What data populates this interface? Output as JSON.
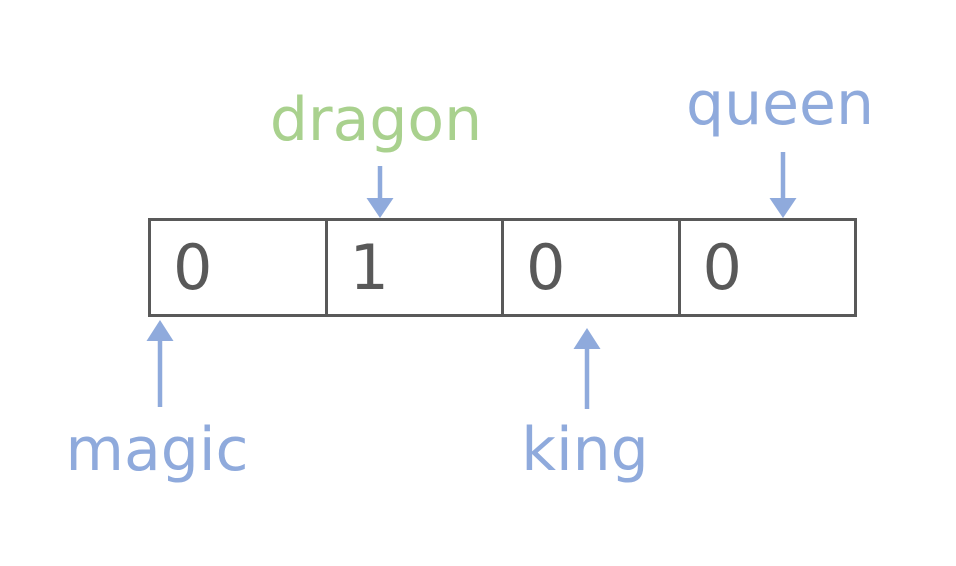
{
  "diagram": {
    "description": "One-hot encoding vector with four cells; blue arrows map word labels to vector positions",
    "vector": {
      "values": [
        "0",
        "1",
        "0",
        "0"
      ]
    },
    "labels": {
      "magic": "magic",
      "dragon": "dragon",
      "king": "king",
      "queen": "queen"
    },
    "mapping": [
      {
        "word": "magic",
        "cell_index": 0,
        "cell_value": "0",
        "label_side": "bottom",
        "label_color": "#8faadc"
      },
      {
        "word": "dragon",
        "cell_index": 1,
        "cell_value": "1",
        "label_side": "top",
        "label_color": "#a9d18e"
      },
      {
        "word": "king",
        "cell_index": 2,
        "cell_value": "0",
        "label_side": "bottom",
        "label_color": "#8faadc"
      },
      {
        "word": "queen",
        "cell_index": 3,
        "cell_value": "0",
        "label_side": "top",
        "label_color": "#8faadc"
      }
    ],
    "colors": {
      "label_blue": "#8faadc",
      "label_green": "#a9d18e",
      "arrow": "#8faadc",
      "box_border": "#595959",
      "cell_text": "#595959",
      "background": "#ffffff"
    }
  }
}
